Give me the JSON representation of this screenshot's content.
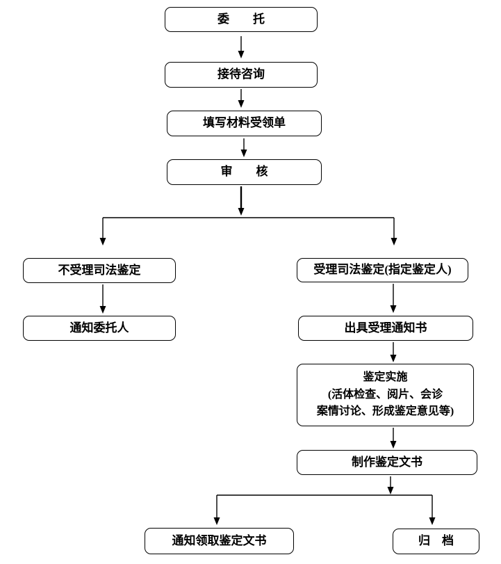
{
  "diagram": {
    "background_color": "#ffffff",
    "box_border_color": "#000000",
    "text_color": "#000000",
    "nodes": {
      "entrust": "委　　托",
      "consult": "接待咨询",
      "fill_form": "填写材料受领单",
      "review": "审　　核",
      "reject": "不受理司法鉴定",
      "notify_client": "通知委托人",
      "accept": "受理司法鉴定(指定鉴定人)",
      "acceptance_notice": "出具受理通知书",
      "implementation": "鉴定实施\n(活体检查、阅片、会诊\n案情讨论、形成鉴定意见等)",
      "make_document": "制作鉴定文书",
      "notify_pickup": "通知领取鉴定文书",
      "archive": "归　档"
    },
    "edges": [
      {
        "from": "entrust",
        "to": "consult"
      },
      {
        "from": "consult",
        "to": "fill_form"
      },
      {
        "from": "fill_form",
        "to": "review"
      },
      {
        "from": "review",
        "to": "reject"
      },
      {
        "from": "review",
        "to": "accept"
      },
      {
        "from": "reject",
        "to": "notify_client"
      },
      {
        "from": "accept",
        "to": "acceptance_notice"
      },
      {
        "from": "acceptance_notice",
        "to": "implementation"
      },
      {
        "from": "implementation",
        "to": "make_document"
      },
      {
        "from": "make_document",
        "to": "notify_pickup"
      },
      {
        "from": "make_document",
        "to": "archive"
      }
    ]
  }
}
